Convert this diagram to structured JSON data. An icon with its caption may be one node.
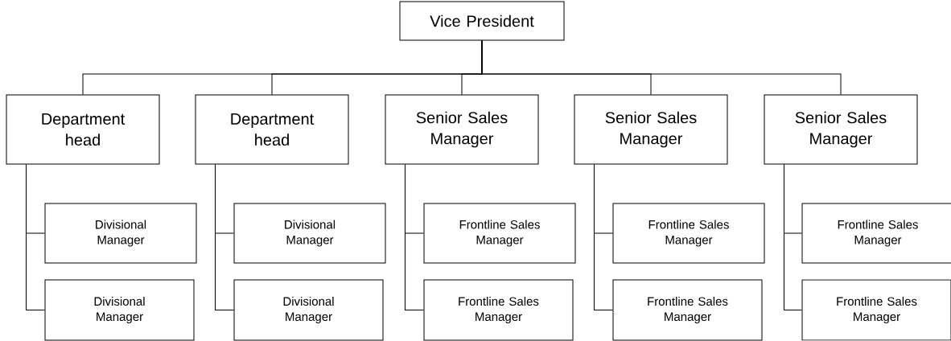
{
  "diagram": {
    "nodes": [
      {
        "text": [
          "Vice President"
        ]
      },
      {
        "text": [
          "Department head"
        ]
      },
      {
        "text": [
          "Department head"
        ]
      },
      {
        "text": [
          "Senior Sales Manager"
        ]
      },
      {
        "text": [
          "Senior Sales Manager"
        ]
      },
      {
        "text": [
          "Senior Sales Manager"
        ]
      },
      {
        "text": [
          "Divisional Manager"
        ]
      },
      {
        "text": [
          "Divisional Manager"
        ]
      },
      {
        "text": [
          "Frontline Sales Manager"
        ]
      },
      {
        "text": [
          "Frontline Sales Manager"
        ]
      },
      {
        "text": [
          "Frontline Sales Manager"
        ]
      },
      {
        "text": [
          "Divisional Manager"
        ]
      },
      {
        "text": [
          "Divisional Manager"
        ]
      },
      {
        "text": [
          "Frontline Sales Manager"
        ]
      },
      {
        "text": [
          "Frontline Sales Manager"
        ]
      },
      {
        "text": [
          "Frontline Sales Manager"
        ]
      }
    ],
    "edges": [
      {
        "from": 0,
        "to": 1,
        "arrow": "none"
      },
      {
        "from": 0,
        "to": 2,
        "arrow": "none"
      },
      {
        "from": 0,
        "to": 3,
        "arrow": "none"
      },
      {
        "from": 0,
        "to": 4,
        "arrow": "none"
      },
      {
        "from": 0,
        "to": 5,
        "arrow": "none"
      },
      {
        "from": 1,
        "to": 6,
        "arrow": "none"
      },
      {
        "from": 1,
        "to": 11,
        "arrow": "none"
      },
      {
        "from": 2,
        "to": 7,
        "arrow": "none"
      },
      {
        "from": 2,
        "to": 12,
        "arrow": "none"
      },
      {
        "from": 3,
        "to": 8,
        "arrow": "none"
      },
      {
        "from": 3,
        "to": 13,
        "arrow": "none"
      },
      {
        "from": 4,
        "to": 9,
        "arrow": "none"
      },
      {
        "from": 4,
        "to": 14,
        "arrow": "none"
      },
      {
        "from": 5,
        "to": 10,
        "arrow": "none"
      },
      {
        "from": 5,
        "to": 15,
        "arrow": "none"
      }
    ]
  }
}
